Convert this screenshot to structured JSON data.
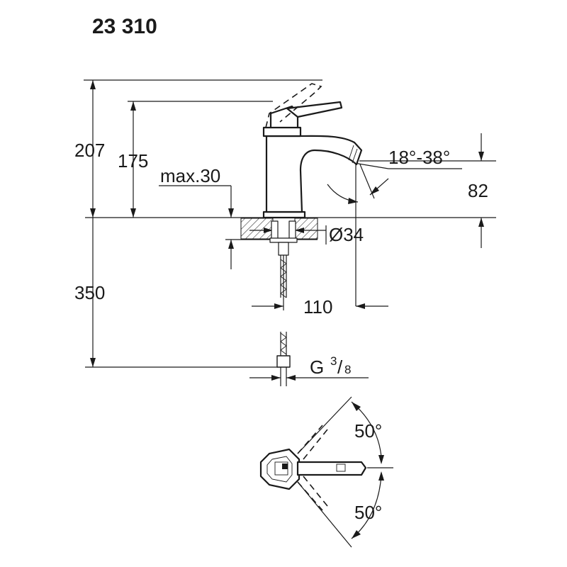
{
  "title": "23 310",
  "dimensions": {
    "total_height": "207",
    "spout_height": "175",
    "max_deck_thickness": "max.30",
    "spout_angle": "18°-38°",
    "spout_outlet_height": "82",
    "hole_diameter": "Ø34",
    "hose_length": "350",
    "projection": "110",
    "thread_base": "G",
    "thread_numerator": "3",
    "thread_slash": "/",
    "thread_denominator": "8",
    "handle_swing_upper": "50°",
    "handle_swing_lower": "50°"
  }
}
